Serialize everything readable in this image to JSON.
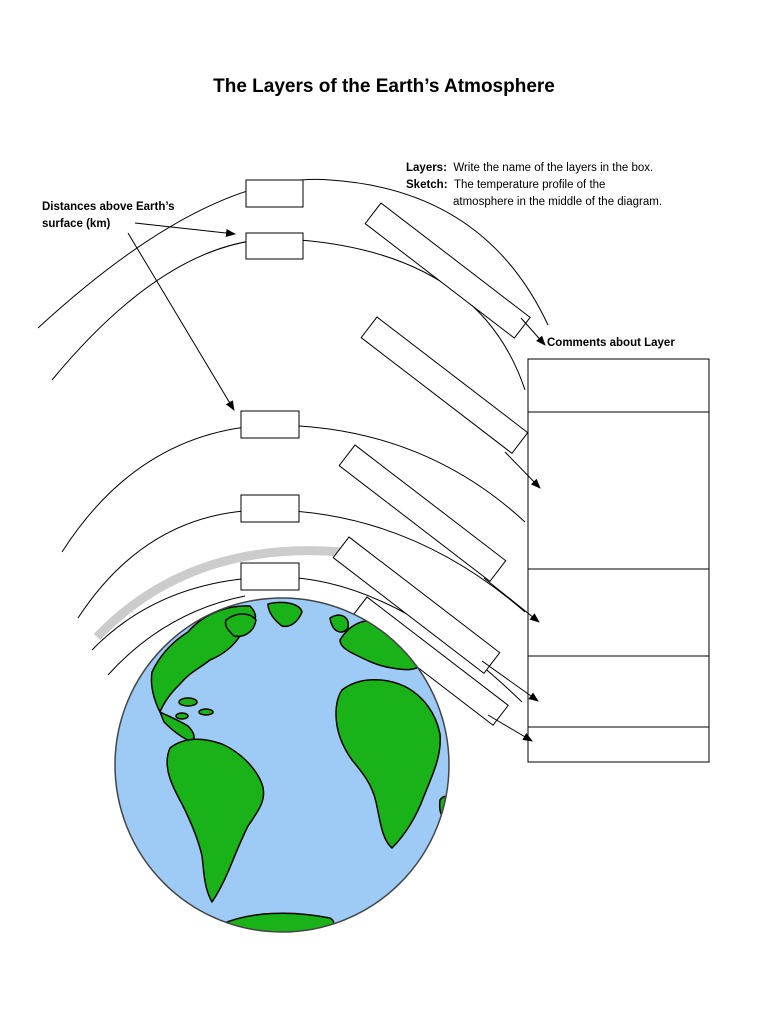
{
  "title": "The Layers of the Earth’s Atmosphere",
  "distances_label": [
    "Distances above Earth’s",
    "surface (km)"
  ],
  "instructions": {
    "layers_key": "Layers:",
    "layers_text": "Write the name of the layers in the box.",
    "sketch_key": "Sketch:",
    "sketch_text_1": "The temperature profile of the",
    "sketch_text_2": "atmosphere in the middle of the diagram."
  },
  "comments_label": "Comments about Layer",
  "colors": {
    "ocean": "#9ecbf6",
    "land": "#19b219",
    "ozone_band": "#cccccc",
    "ink": "#000000"
  },
  "icons": [
    "earth-globe-icon"
  ]
}
